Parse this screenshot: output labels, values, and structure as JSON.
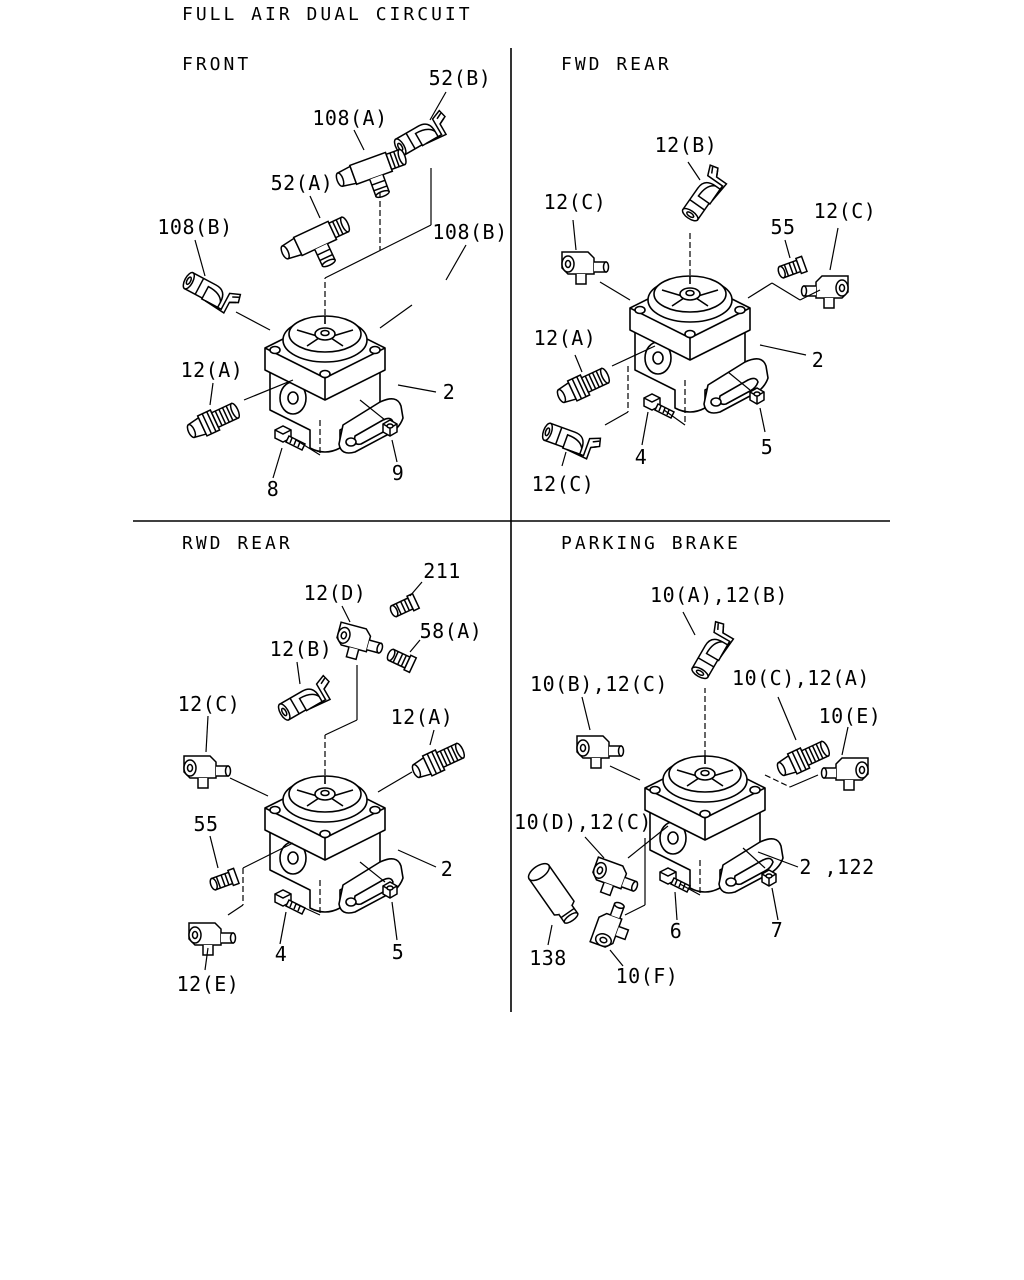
{
  "title": "FULL AIR DUAL CIRCUIT",
  "panels": [
    {
      "id": "front",
      "title": "FRONT",
      "callouts": [
        "52(B)",
        "108(A)",
        "52(A)",
        "108(B)",
        "108(B)",
        "12(A)",
        "2",
        "8",
        "9"
      ]
    },
    {
      "id": "fwd-rear",
      "title": "FWD REAR",
      "callouts": [
        "12(B)",
        "12(C)",
        "55",
        "12(C)",
        "12(A)",
        "2",
        "4",
        "5",
        "12(C)"
      ]
    },
    {
      "id": "rwd-rear",
      "title": "RWD REAR",
      "callouts": [
        "211",
        "12(D)",
        "58(A)",
        "12(B)",
        "12(C)",
        "12(A)",
        "55",
        "2",
        "4",
        "5",
        "12(E)"
      ]
    },
    {
      "id": "parking-brake",
      "title": "PARKING BRAKE",
      "callouts": [
        "10(A),12(B)",
        "10(B),12(C)",
        "10(C),12(A)",
        "10(E)",
        "10(D),12(C)",
        "2 ,122",
        "6",
        "7",
        "138",
        "10(F)"
      ]
    }
  ]
}
